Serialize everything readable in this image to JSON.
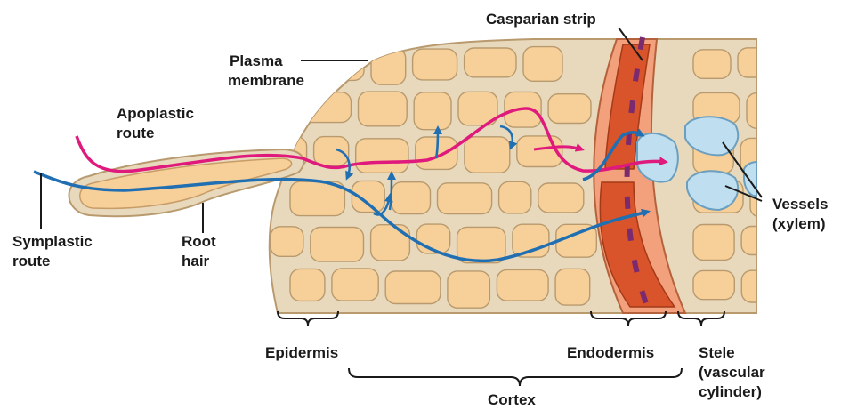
{
  "labels": {
    "casparian_strip": "Casparian strip",
    "plasma_line1": "Plasma",
    "plasma_line2": "membrane",
    "apoplastic_line1": "Apoplastic",
    "apoplastic_line2": "route",
    "symplastic_line1": "Symplastic",
    "symplastic_line2": "route",
    "root_line1": "Root",
    "root_line2": "hair",
    "vessels_line1": "Vessels",
    "vessels_line2": "(xylem)",
    "epidermis": "Epidermis",
    "endodermis": "Endodermis",
    "stele_line1": "Stele",
    "stele_line2": "(vascular",
    "stele_line3": "cylinder)",
    "cortex": "Cortex"
  },
  "colors": {
    "background": "#ffffff",
    "cell_fill": "#f7cf98",
    "cell_wall": "#e8d9bd",
    "wall_outline": "#b89a6e",
    "endodermis_fill": "#d9542a",
    "endodermis_rim": "#f3a07c",
    "casparian_strip": "#7a2a6e",
    "xylem_fill": "#bfdff0",
    "xylem_outline": "#6b9fbf",
    "apoplastic_route": "#e0197d",
    "symplastic_route": "#1f6fb2",
    "leader_line": "#1a1a1a"
  },
  "icons": {
    "route_arrow": "arrowhead"
  }
}
